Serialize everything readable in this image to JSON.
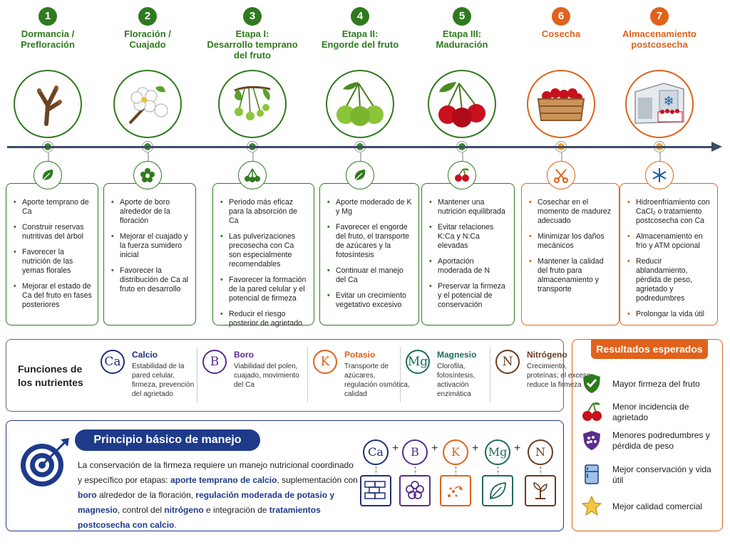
{
  "colors": {
    "green": "#2f7a1f",
    "orange": "#e0621b",
    "navy": "#1e3a8a",
    "blue": "#1e2f7a",
    "purple": "#5a2d8c",
    "teal": "#1f6b5a",
    "brown": "#6b3a1f"
  },
  "stages": [
    {
      "num": "1",
      "title": [
        "Dormancia /",
        "Prefloración"
      ],
      "icon": "branch-icon",
      "badge": "leaf-icon",
      "bullets": [
        "Aporte temprano de Ca",
        "Construir reservas nutritivas del árbol",
        "Favorecer la nutrición de las yemas florales",
        "Mejorar el estado de Ca del fruto en fases posteriores"
      ]
    },
    {
      "num": "2",
      "title": [
        "Floración /",
        "Cuajado"
      ],
      "icon": "blossom-icon",
      "badge": "flower-icon",
      "bullets": [
        "Aporte de boro alrededor de la floración",
        "Mejorar el cuajado y la fuerza sumidero inicial",
        "Favorecer la distribución de Ca al fruto en desarrollo"
      ]
    },
    {
      "num": "3",
      "title": [
        "Etapa I:",
        "Desarrollo temprano",
        "del fruto"
      ],
      "icon": "young-fruit-icon",
      "badge": "small-cherries-icon",
      "bullets": [
        "Periodo más eficaz para la absorción de Ca",
        "Las pulverizaciones precosecha con Ca son especialmente recomendables",
        "Favorecer la formación de la pared celular y el potencial de firmeza",
        "Reducir el riesgo posterior de agrietado"
      ]
    },
    {
      "num": "4",
      "title": [
        "Etapa II:",
        "Engorde del fruto"
      ],
      "icon": "green-cherries-icon",
      "badge": "leaf-icon",
      "bullets": [
        "Aporte moderado de K y Mg",
        "Favorecer el engorde del fruto, el transporte de azúcares y la fotosíntesis",
        "Continuar el manejo del Ca",
        "Evitar un crecimiento vegetativo excesivo"
      ]
    },
    {
      "num": "5",
      "title": [
        "Etapa III:",
        "Maduración"
      ],
      "icon": "red-cherries-icon",
      "badge": "cherry-icon",
      "bullets": [
        "Mantener una nutrición equilibrada",
        "Evitar relaciones K:Ca y N:Ca elevadas",
        "Aportación moderada de N",
        "Preservar la firmeza y el potencial de conservación"
      ]
    },
    {
      "num": "6",
      "title": [
        "Cosecha"
      ],
      "icon": "crate-icon",
      "badge": "scissors-icon",
      "bullets": [
        "Cosechar en el momento de madurez adecuado",
        "Minimizar los daños mecánicos",
        "Mantener la calidad del fruto para almacenamiento y transporte"
      ]
    },
    {
      "num": "7",
      "title": [
        "Almacenamiento",
        "postcosecha"
      ],
      "icon": "cold-storage-icon",
      "badge": "snowflake-icon",
      "bullets": [
        "Hidroenfriamiento con CaCl₂ o tratamiento postcosecha con Ca",
        "Almacenamiento en frío y ATM opcional",
        "Reducir ablandamiento, pérdida de peso, agrietado y podredumbres",
        "Prolongar la vida útil"
      ]
    }
  ],
  "nutrients": {
    "label": "Funciones de los nutrientes",
    "items": [
      {
        "symbol": "Ca",
        "name": "Calcio",
        "desc": "Estabilidad de la pared celular, firmeza, prevención del agrietado"
      },
      {
        "symbol": "B",
        "name": "Boro",
        "desc": "Viabilidad del polen, cuajado, movimiento del Ca"
      },
      {
        "symbol": "K",
        "name": "Potasio",
        "desc": "Transporte de azúcares, regulación osmótica, calidad"
      },
      {
        "symbol": "Mg",
        "name": "Magnesio",
        "desc": "Clorofila, fotosíntesis, activación enzimática"
      },
      {
        "symbol": "N",
        "name": "Nitrógeno",
        "desc": "Crecimiento, proteínas; el exceso reduce la firmeza"
      }
    ]
  },
  "results": {
    "title": "Resultados esperados",
    "items": [
      {
        "icon": "shield-check-icon",
        "text": "Mayor firmeza del fruto"
      },
      {
        "icon": "cherry-icon",
        "text": "Menor incidencia de agrietado"
      },
      {
        "icon": "berry-shield-icon",
        "text": "Menores podredumbres y pérdida de peso"
      },
      {
        "icon": "fridge-icon",
        "text": "Mejor conservación y vida útil"
      },
      {
        "icon": "star-icon",
        "text": "Mejor calidad comercial"
      }
    ]
  },
  "principle": {
    "title": "Principio básico de manejo",
    "t1": "La conservación de la firmeza requiere un manejo nutricional coordinado y específico por etapas: ",
    "h1": "aporte temprano de calcio",
    "t2": ", suplementación con ",
    "h2": "boro",
    "t3": " alrededor de la floración, ",
    "h3": "regulación moderada de potasio y magnesio",
    "t4": ", control del ",
    "h4": "nitrógeno",
    "t5": " e integración de ",
    "h5": "tratamientos postcosecha con calcio",
    "t6": ".",
    "symbols": [
      "Ca",
      "B",
      "K",
      "Mg",
      "N"
    ],
    "plus": "+"
  }
}
